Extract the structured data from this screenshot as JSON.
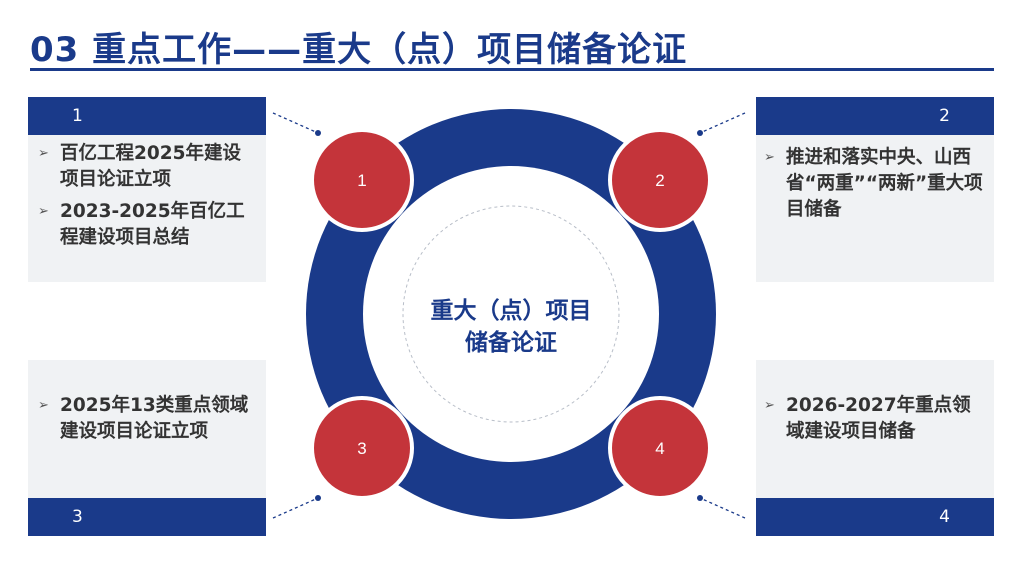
{
  "title": "03  重点工作——重大（点）项目储备论证",
  "center_text": {
    "line1": "重大（点）项目",
    "line2": "储备论证"
  },
  "quadrants": [
    {
      "number": "1",
      "items": [
        "百亿工程2025年建设项目论证立项",
        "2023-2025年百亿工程建设项目总结"
      ]
    },
    {
      "number": "2",
      "items": [
        "推进和落实中央、山西省“两重”“两新”重大项目储备"
      ]
    },
    {
      "number": "3",
      "items": [
        "2025年13类重点领域建设项目论证立项"
      ]
    },
    {
      "number": "4",
      "items": [
        "2026-2027年重点领域建设项目储备"
      ]
    }
  ],
  "colors": {
    "navy": "#1a3a8a",
    "red": "#c4343a",
    "panel_bg": "#f0f2f4",
    "text": "#333333"
  },
  "icons": {
    "bullet": "arrowhead-bullet-icon"
  }
}
